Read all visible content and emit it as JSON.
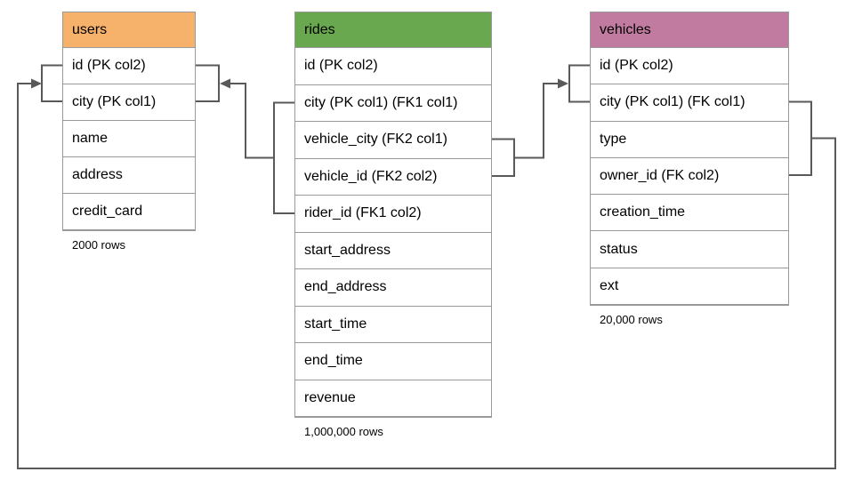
{
  "tables": [
    {
      "title": "users",
      "header_color": "#f6b26b",
      "rows": [
        "id (PK col2)",
        "city (PK col1)",
        "name",
        "address",
        "credit_card"
      ],
      "row_count": "2000 rows"
    },
    {
      "title": "rides",
      "header_color": "#6aa84f",
      "rows": [
        "id (PK col2)",
        "city (PK col1) (FK1 col1)",
        "vehicle_city (FK2 col1)",
        "vehicle_id (FK2 col2)",
        "rider_id (FK1 col2)",
        "start_address",
        "end_address",
        "start_time",
        "end_time",
        "revenue"
      ],
      "row_count": "1,000,000 rows"
    },
    {
      "title": "vehicles",
      "header_color": "#c27ba0",
      "rows": [
        "id (PK col2)",
        "city (PK col1) (FK col1)",
        "type",
        "owner_id (FK col2)",
        "creation_time",
        "status",
        "ext"
      ],
      "row_count": "20,000 rows"
    }
  ],
  "relationships": [
    {
      "from_table": "rides",
      "from_columns": [
        "city (FK1 col1)",
        "rider_id (FK1 col2)"
      ],
      "to_table": "users",
      "to_columns": [
        "id (PK col2)",
        "city (PK col1)"
      ]
    },
    {
      "from_table": "rides",
      "from_columns": [
        "vehicle_city (FK2 col1)",
        "vehicle_id (FK2 col2)"
      ],
      "to_table": "vehicles",
      "to_columns": [
        "id (PK col2)",
        "city (PK col1)"
      ]
    },
    {
      "from_table": "vehicles",
      "from_columns": [
        "city (FK col1)",
        "owner_id (FK col2)"
      ],
      "to_table": "users",
      "to_columns": [
        "id (PK col2)",
        "city (PK col1)"
      ]
    }
  ],
  "colors": {
    "connector": "#595959",
    "table_border": "#999999",
    "background": "#ffffff"
  }
}
